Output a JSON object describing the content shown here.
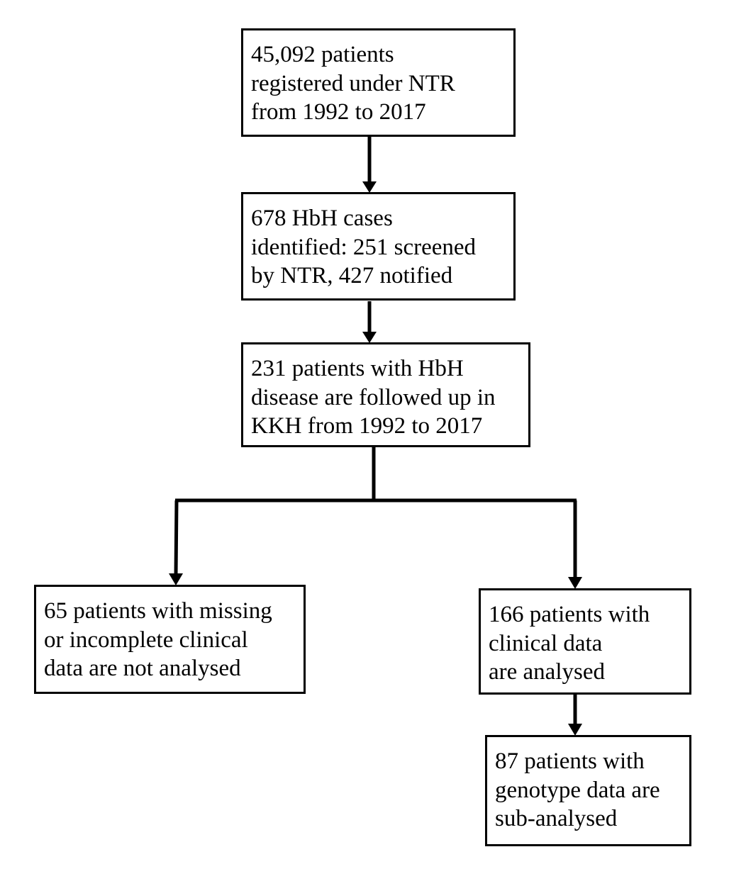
{
  "diagram": {
    "type": "flowchart",
    "line_color": "#000000",
    "box_border_color": "#000000",
    "nodes": [
      {
        "id": "registered",
        "lines": [
          "45,092 patients",
          "registered under NTR",
          "from 1992 to 2017"
        ]
      },
      {
        "id": "identified",
        "lines": [
          "678 HbH cases",
          "identified: 251 screened",
          "by NTR, 427 notified"
        ]
      },
      {
        "id": "followed",
        "lines": [
          "231 patients with HbH",
          "disease are followed up in",
          "KKH from 1992 to 2017"
        ]
      },
      {
        "id": "not-analysed",
        "lines": [
          "65 patients with missing",
          "or incomplete clinical",
          "data are not analysed"
        ]
      },
      {
        "id": "analysed",
        "lines": [
          "166 patients with",
          "clinical data",
          "are analysed"
        ]
      },
      {
        "id": "sub-analysed",
        "lines": [
          "87 patients with",
          "genotype data are",
          "sub-analysed"
        ]
      }
    ],
    "edges": [
      {
        "from": "registered",
        "to": "identified"
      },
      {
        "from": "identified",
        "to": "followed"
      },
      {
        "from": "followed",
        "to": "not-analysed"
      },
      {
        "from": "followed",
        "to": "analysed"
      },
      {
        "from": "analysed",
        "to": "sub-analysed"
      }
    ]
  }
}
